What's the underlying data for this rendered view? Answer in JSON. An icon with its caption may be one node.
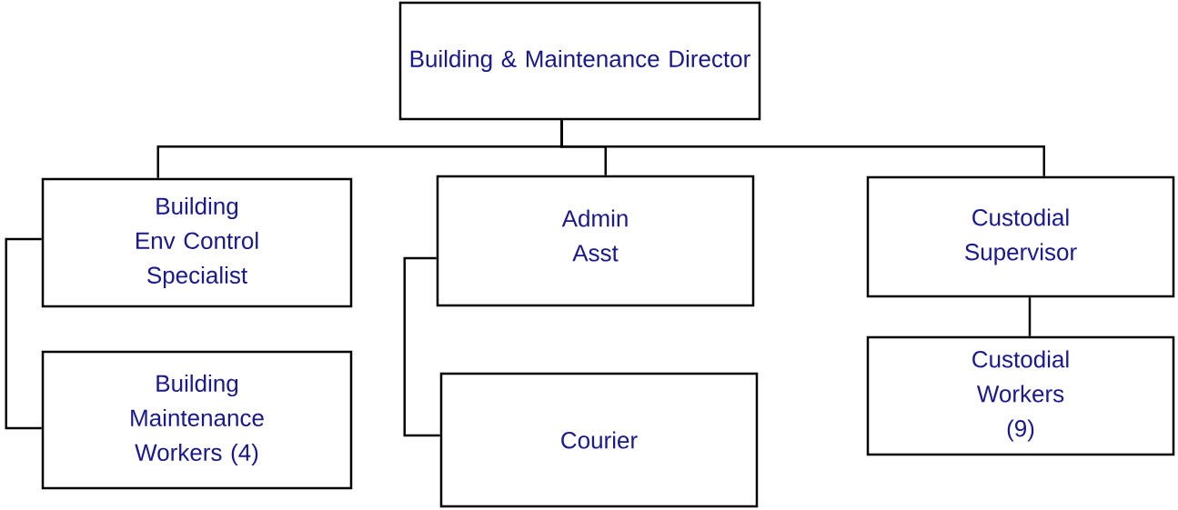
{
  "diagram": {
    "nodes": [
      {
        "text": [
          "Building & Maintenance Director"
        ]
      },
      {
        "text": [
          "Building Env Control Specialist"
        ]
      },
      {
        "text": [
          "Admin Asst"
        ]
      },
      {
        "text": [
          "Custodial Supervisor"
        ]
      },
      {
        "text": [
          "Building Maintenance Workers (4)"
        ]
      },
      {
        "text": [
          "Courier"
        ]
      },
      {
        "text": [
          "Custodial Workers (9)"
        ]
      }
    ],
    "edges": [
      {
        "from": 0,
        "to": 1,
        "arrow": "none"
      },
      {
        "from": 0,
        "to": 2,
        "arrow": "none"
      },
      {
        "from": 0,
        "to": 3,
        "arrow": "none"
      },
      {
        "from": 1,
        "to": 4,
        "arrow": "none"
      },
      {
        "from": 2,
        "to": 5,
        "arrow": "none"
      },
      {
        "from": 3,
        "to": 6,
        "arrow": "none"
      }
    ]
  }
}
